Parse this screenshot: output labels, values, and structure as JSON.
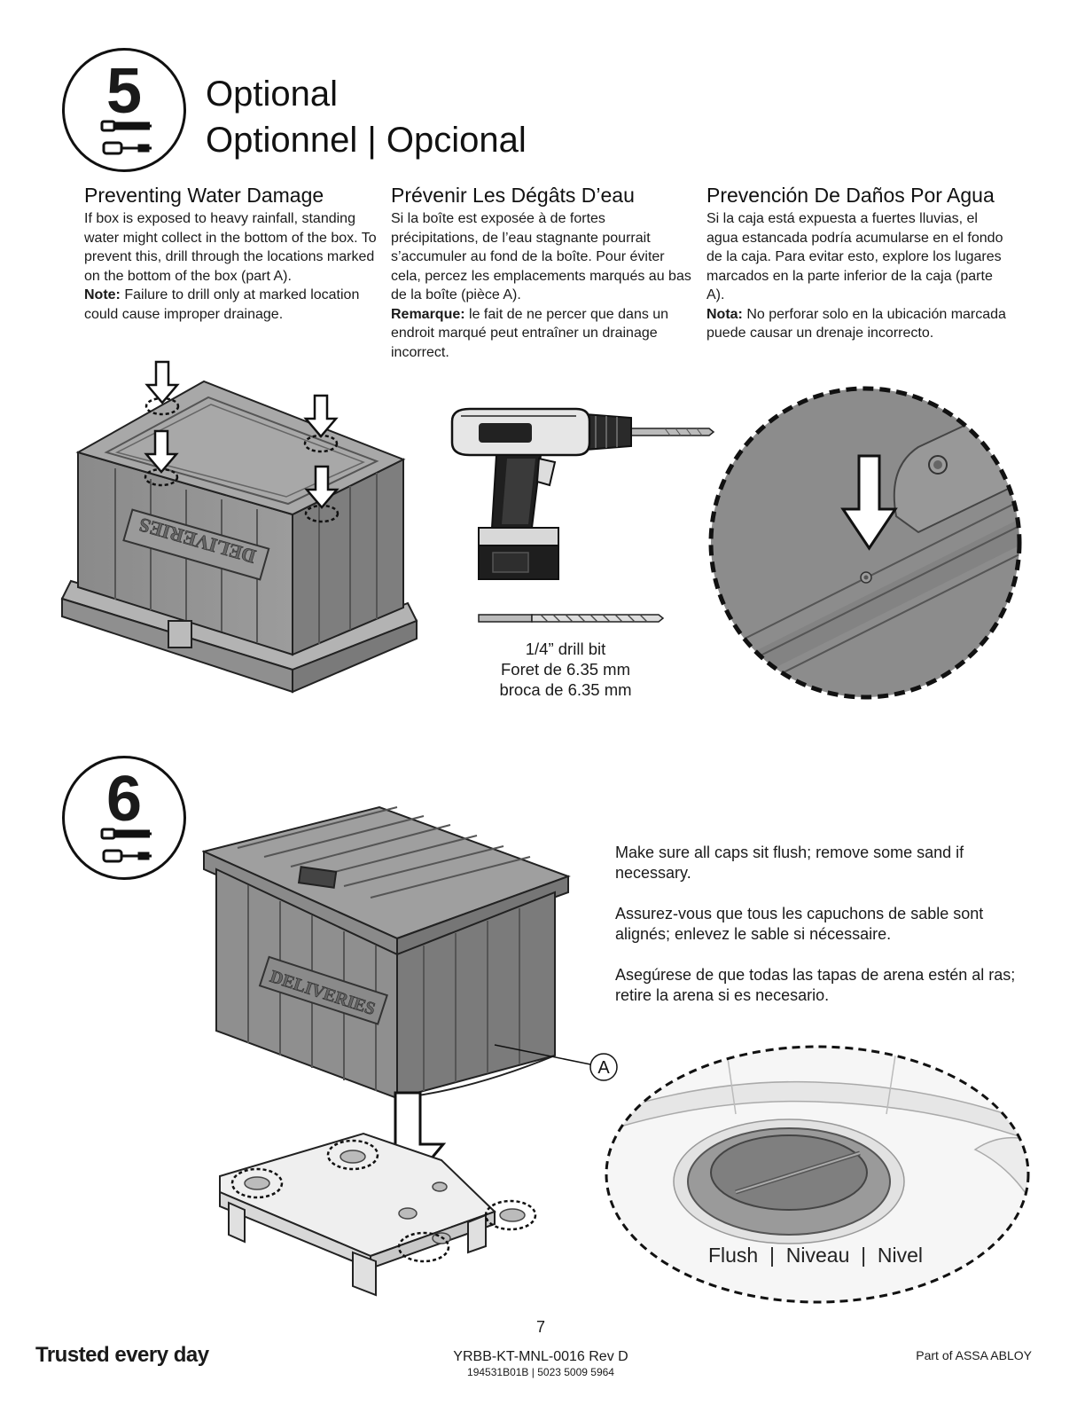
{
  "step5": {
    "number": "5",
    "title_line1": "Optional",
    "title_line2": "Optionnel | Opcional",
    "columns": [
      {
        "heading": "Preventing Water Damage",
        "body": "If box is exposed to heavy rainfall, standing water might collect in the bottom of the box. To prevent this, drill through the locations marked on the bottom of the box (part A).",
        "note_label": "Note:",
        "note_text": "Failure to drill only at marked location could cause improper drainage."
      },
      {
        "heading": "Prévenir Les Dégâts D’eau",
        "body": "Si la boîte est exposée à de fortes précipitations, de l’eau stagnante pourrait s’accumuler au fond de la boîte. Pour éviter cela, percez les emplacements marqués au bas de la boîte (pièce A).",
        "note_label": "Remarque:",
        "note_text": "le fait de ne percer que dans un endroit marqué peut entraîner un drainage incorrect."
      },
      {
        "heading": "Prevención De Daños Por Agua",
        "body": "Si la caja está expuesta a fuertes lluvias, el agua estancada podría acumularse en el fondo de la caja. Para evitar esto, explore los lugares marcados en la parte inferior de la caja (parte A).",
        "note_label": "Nota:",
        "note_text": "No perforar solo en la ubicación marcada puede causar un drenaje incorrecto."
      }
    ],
    "drill_bit_caption": [
      "1/4” drill bit",
      "Foret de 6.35 mm",
      "broca de 6.35 mm"
    ],
    "box_embossed_text": "DELIVERIES"
  },
  "step6": {
    "number": "6",
    "instructions": [
      "Make sure all caps sit flush; remove some sand if necessary.",
      "Assurez-vous que tous les capuchons de sable sont alignés; enlevez le sable si nécessaire.",
      "Asegúrese de que todas las tapas de arena estén al ras; retire la arena si es necesario."
    ],
    "part_label": "A",
    "flush_label": "Flush  |  Niveau  |  Nivel",
    "box_embossed_text": "DELIVERIES"
  },
  "footer": {
    "brand": "Trusted every day",
    "page_number": "7",
    "doc_id": "YRBB-KT-MNL-0016 Rev D",
    "doc_sub": "194531B01B | 5023 5009 5964",
    "right": "Part of ASSA ABLOY"
  },
  "icons": [
    "tools-icon",
    "down-arrow-icon",
    "drill-icon",
    "drill-bit-icon"
  ]
}
